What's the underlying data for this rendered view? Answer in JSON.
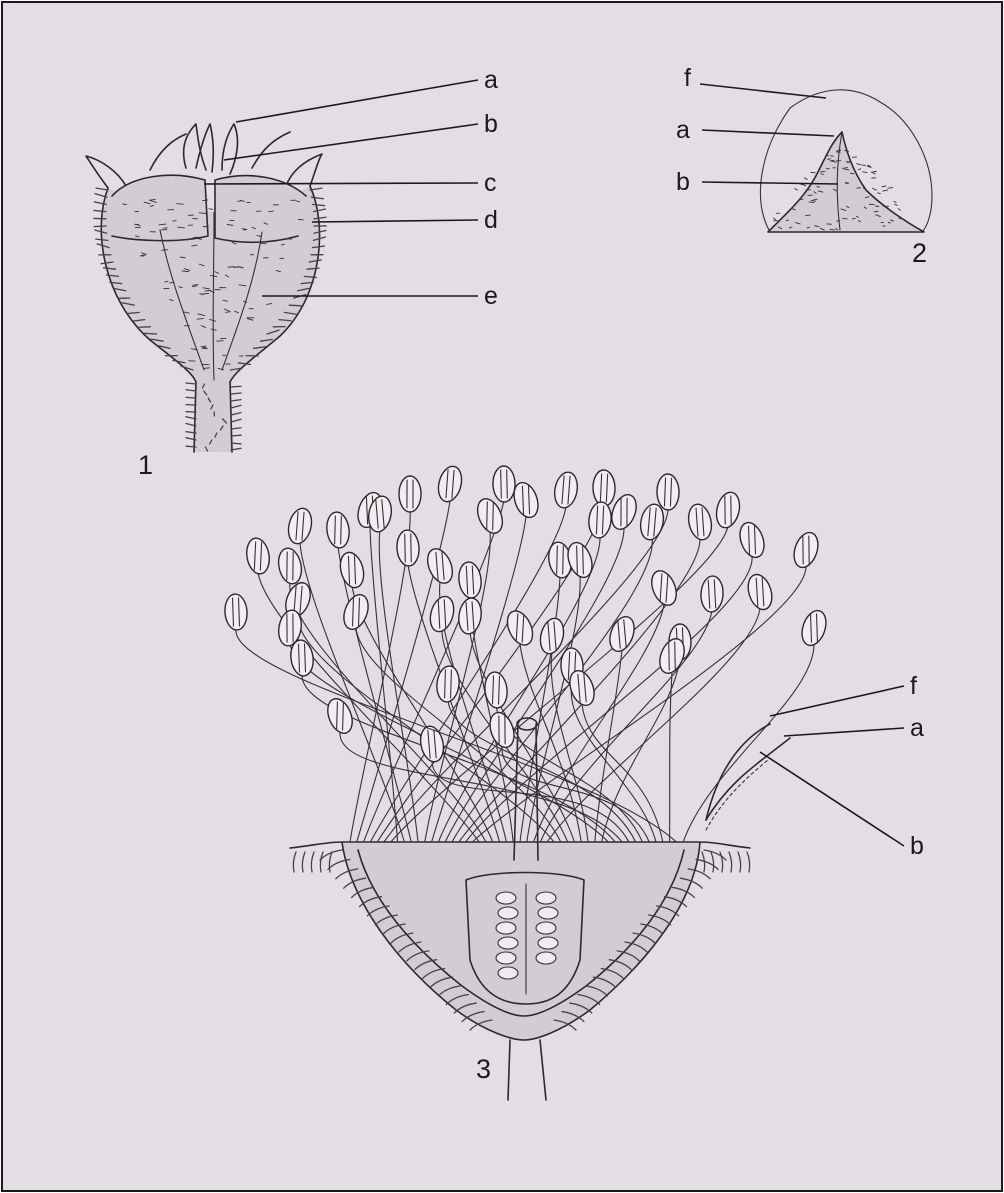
{
  "colors": {
    "plate_background": "#e4dde6",
    "border": "#1a1a1a",
    "ink": "#2a2a2a",
    "shading": "#d4ccd4"
  },
  "figures": {
    "fig1": {
      "number": "1",
      "labels": [
        "a",
        "b",
        "c",
        "d",
        "e"
      ]
    },
    "fig2": {
      "number": "2",
      "labels": [
        "f",
        "a",
        "b"
      ]
    },
    "fig3": {
      "number": "3",
      "labels": [
        "f",
        "a",
        "b"
      ]
    }
  }
}
